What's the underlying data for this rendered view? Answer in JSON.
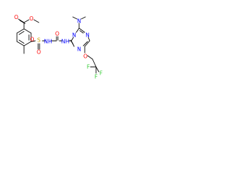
{
  "colors": {
    "carbon": "#000000",
    "oxygen": "#ff0000",
    "nitrogen": "#0000ff",
    "sulfur": "#c8a000",
    "fluorine": "#33cc33",
    "background": "#ffffff"
  },
  "atoms": {
    "ester_o_carbonyl": "O",
    "ester_o_ether": "O",
    "sulfonyl_s": "S",
    "sulfonyl_o_side": "O",
    "sulfonyl_o_down": "O",
    "urea_o": "O",
    "nh_1": "NH",
    "nh_2": "NH",
    "triazine_n_left": "N",
    "triazine_n_right": "N",
    "triazine_n_bottom": "N",
    "dimethylamino_n": "N",
    "ether_o": "O",
    "f_top": "F",
    "f_right": "F",
    "f_bottom": "F"
  }
}
